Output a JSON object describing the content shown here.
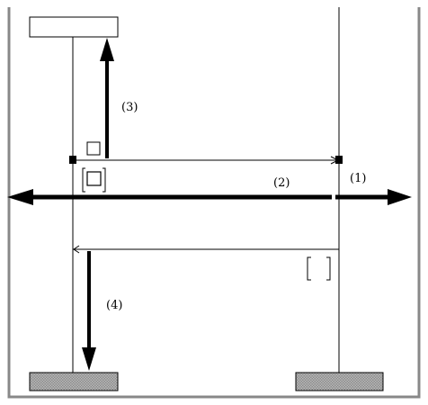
{
  "labels": {
    "label_1": "(1)",
    "label_2": "(2)",
    "label_3": "(3)",
    "label_4": "(4)"
  },
  "colors": {
    "frame": "#888888",
    "line": "#000000",
    "hatch": "#9a9a9a"
  }
}
